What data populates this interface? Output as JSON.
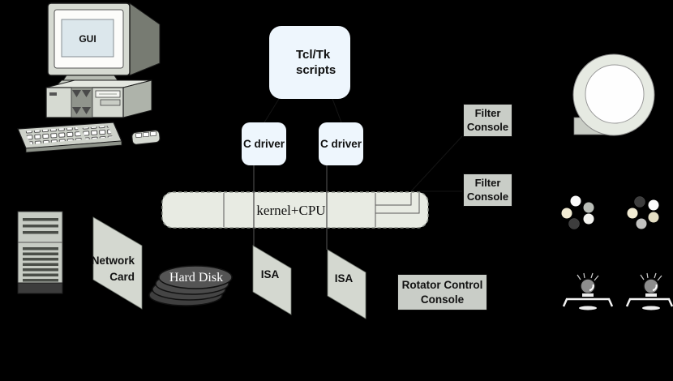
{
  "diagram": {
    "background_color": "#000000",
    "colors": {
      "pale_blue_box": "#eef6fd",
      "kernel_fill": "#e8ebe3",
      "console_gray": "#c9cdc7",
      "card_gray": "#d4d8d0",
      "disk_gray": "#4a4a4a",
      "connector_gray": "#484848"
    },
    "nodes": {
      "gui": {
        "label": "GUI"
      },
      "tcltk_scripts": {
        "line1": "Tcl/Tk",
        "line2": "scripts"
      },
      "c_driver_left": {
        "label": "C driver"
      },
      "c_driver_right": {
        "label": "C driver"
      },
      "kernel_cpu": {
        "label": "kernel+CPU"
      },
      "filter_console_top": {
        "line1": "Filter",
        "line2": "Console"
      },
      "filter_console_bottom": {
        "line1": "Filter",
        "line2": "Console"
      },
      "network_card": {
        "line1": "Network",
        "line2": "Card"
      },
      "hard_disk": {
        "label": "Hard Disk"
      },
      "isa_left": {
        "label": "ISA"
      },
      "isa_right": {
        "label": "ISA"
      },
      "rotator_console": {
        "line1": "Rotator Control",
        "line2": "Console"
      }
    },
    "icons": [
      "workstation-computer-icon",
      "server-tower-icon",
      "network-card-icon",
      "hard-disk-stack-icon",
      "isa-card-icon",
      "isa-card-icon",
      "filter-wheel-icon",
      "filter-dots-cluster-icon",
      "filter-dots-cluster-icon",
      "stepper-motor-icon",
      "stepper-motor-icon"
    ]
  }
}
